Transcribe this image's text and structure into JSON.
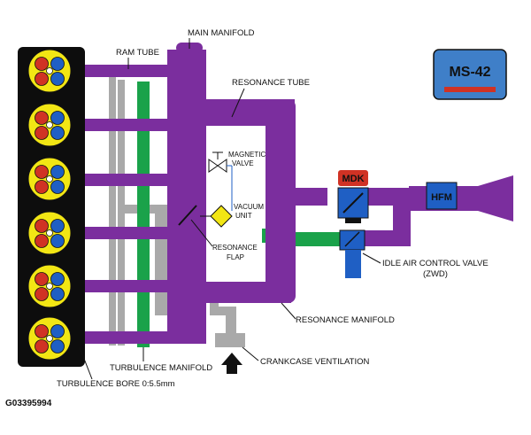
{
  "labels": {
    "main_manifold": "MAIN MANIFOLD",
    "ram_tube": "RAM TUBE",
    "resonance_tube": "RESONANCE TUBE",
    "magnetic_valve_1": "MAGNETIC",
    "magnetic_valve_2": "VALVE",
    "vacuum_unit_1": "VACUUM",
    "vacuum_unit_2": "UNIT",
    "resonance_flap_1": "RESONANCE",
    "resonance_flap_2": "FLAP",
    "idle_air_control_valve": "IDLE AIR CONTROL VALVE",
    "zwd": "(ZWD)",
    "resonance_manifold": "RESONANCE MANIFOLD",
    "turbulence_manifold": "TURBULENCE MANIFOLD",
    "crankcase_ventilation": "CRANKCASE VENTILATION",
    "turbulence_bore": "TURBULENCE BORE 0:5.5mm",
    "figure_id": "G03395994"
  },
  "badges": {
    "ecu": "MS-42",
    "mdk": "MDK",
    "hfm": "HFM"
  },
  "colors": {
    "manifold_purple": "#7b2e9e",
    "turbulence_green": "#1aa24a",
    "gray_tube": "#a9a9a9",
    "blue_component": "#1f5fc4",
    "cylinder_yellow": "#f2e614",
    "engine_black": "#0d0d0d",
    "ecu_box": "#3f7fc8",
    "mdk_red": "#d03224"
  },
  "icons": [
    "arrow-up-icon",
    "cylinder-icon",
    "valve-symbol-icon",
    "ecu-module-icon"
  ]
}
